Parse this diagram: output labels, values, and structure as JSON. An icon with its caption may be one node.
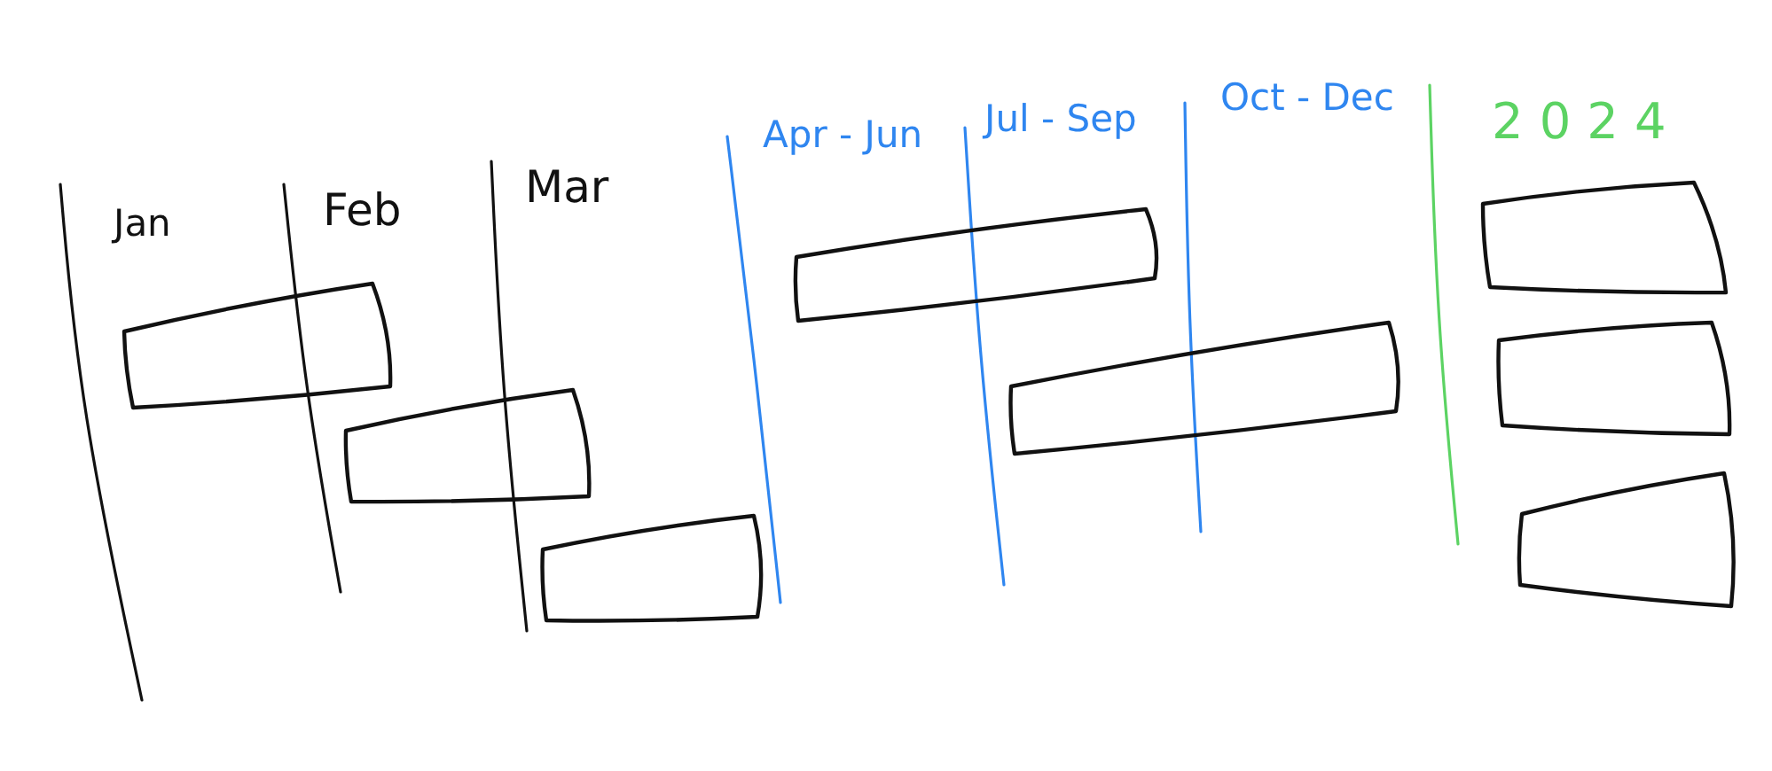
{
  "diagram": {
    "nodes": [
      {
        "text": [],
        "shape": "box"
      },
      {
        "text": [],
        "shape": "box"
      },
      {
        "text": [],
        "shape": "box"
      },
      {
        "text": [],
        "shape": "box"
      },
      {
        "text": [],
        "shape": "box"
      },
      {
        "text": [],
        "shape": "box"
      },
      {
        "text": [],
        "shape": "box"
      },
      {
        "text": [],
        "shape": "box"
      }
    ],
    "labels": [
      "Jan",
      "Feb",
      "Mar",
      "Apr - Jun",
      "Jul - Sep",
      "Oct - Dec",
      "2024"
    ]
  }
}
